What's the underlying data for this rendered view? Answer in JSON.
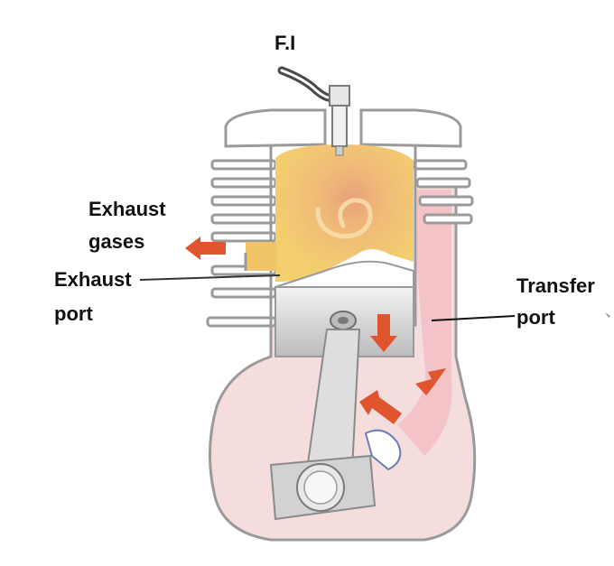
{
  "labels": {
    "fi": "F.I",
    "exhaust_gases_1": "Exhaust",
    "exhaust_gases_2": "gases",
    "exhaust_port_1": "Exhaust",
    "exhaust_port_2": "port",
    "transfer_port_1": "Transfer",
    "transfer_port_2": "port"
  },
  "colors": {
    "outline": "#9a9a9a",
    "combustion_gas": "#f2c46a",
    "crankcase_fill": "#f2d6d6",
    "transfer_channel": "#f6c9cc",
    "arrow": "#e0552e",
    "piston": "#d9d9d9"
  }
}
